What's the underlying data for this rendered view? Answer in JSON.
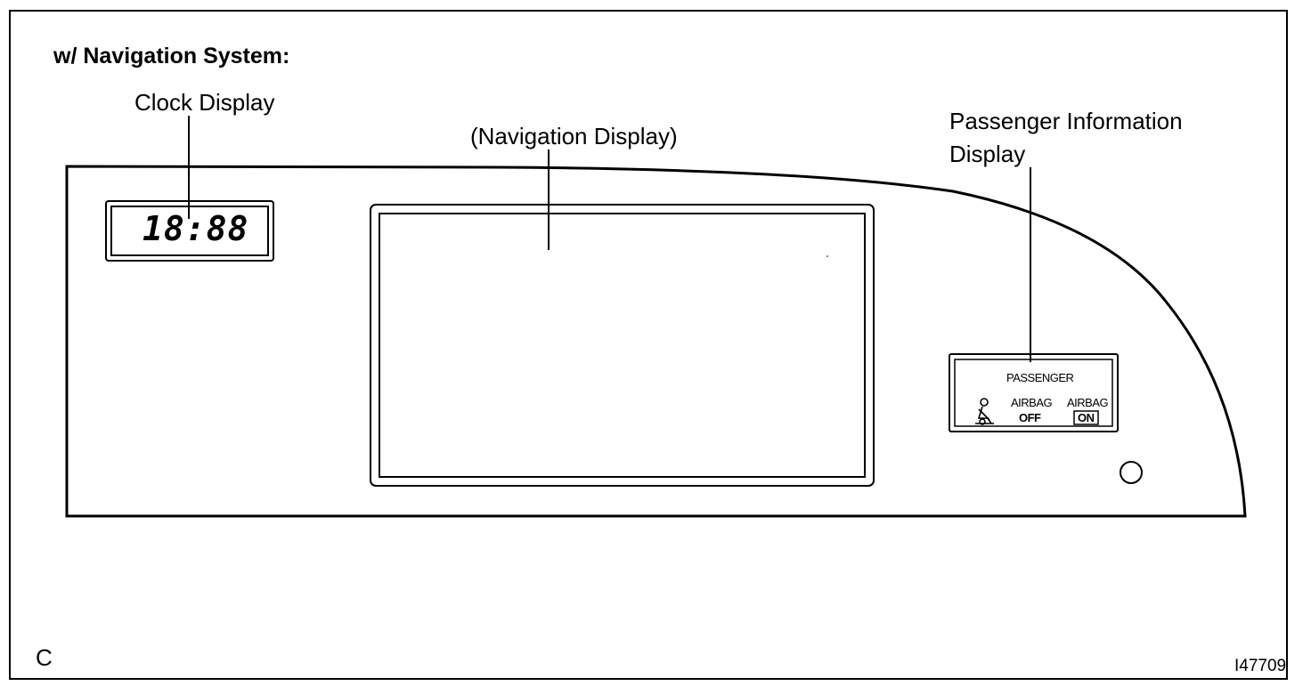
{
  "title": "w/ Navigation System:",
  "labels": {
    "clock_display": "Clock Display",
    "navigation_display": "(Navigation Display)",
    "passenger_info_line1": "Passenger Information",
    "passenger_info_line2": "Display"
  },
  "clock": {
    "readout": "18:88"
  },
  "passenger_panel": {
    "header": "PASSENGER",
    "airbag_off_line1": "AIRBAG",
    "airbag_off_line2": "OFF",
    "airbag_on_line1": "AIRBAG",
    "airbag_on_line2": "ON",
    "seatbelt_icon": "seatbelt-icon"
  },
  "footer": {
    "corner_letter": "C",
    "figure_id": "I47709"
  }
}
